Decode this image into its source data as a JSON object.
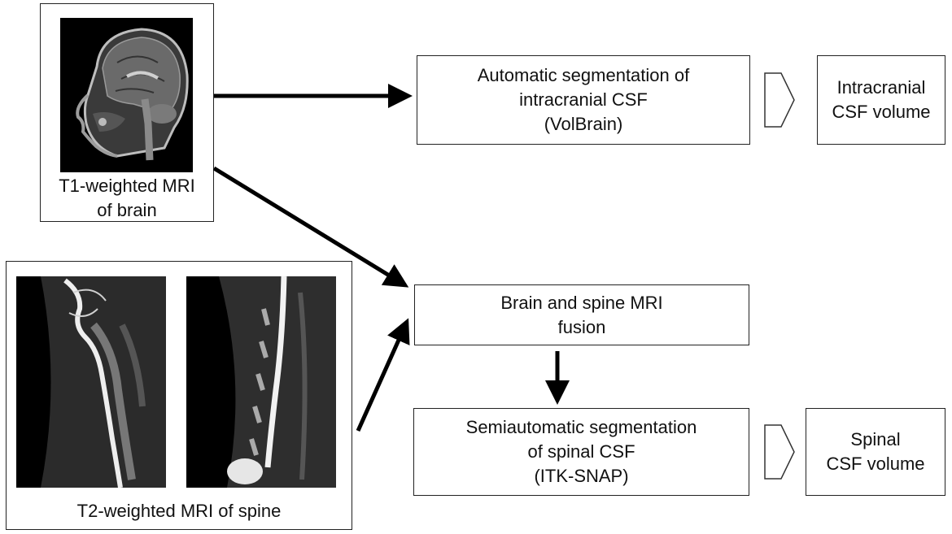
{
  "t1": {
    "label_lines": [
      "T1-weighted MRI",
      "of brain"
    ]
  },
  "t2": {
    "label": "T2-weighted MRI of spine"
  },
  "auto_seg": {
    "lines": [
      "Automatic segmentation of",
      "intracranial CSF",
      "(VolBrain)"
    ]
  },
  "intracranial_output": {
    "lines": [
      "Intracranial",
      "CSF volume"
    ]
  },
  "fusion": {
    "lines": [
      "Brain and spine MRI",
      "fusion"
    ]
  },
  "semi_seg": {
    "lines": [
      "Semiautomatic segmentation",
      "of spinal CSF",
      "(ITK-SNAP)"
    ]
  },
  "spinal_output": {
    "lines": [
      "Spinal",
      "CSF volume"
    ]
  }
}
